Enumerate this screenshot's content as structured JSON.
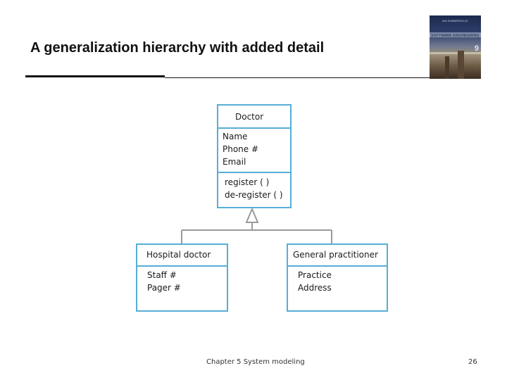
{
  "slide": {
    "title": "A generalization hierarchy with added detail",
    "footer": "Chapter 5 System modeling",
    "page_number": "26"
  },
  "book_cover": {
    "title_text": "SOFTWARE ENGINEERING",
    "edition": "9",
    "author": "IAN SOMMERVILLE"
  },
  "diagram": {
    "superclass": {
      "name": "Doctor",
      "attributes": [
        "Name",
        "Phone #",
        "Email"
      ],
      "operations": [
        "register ( )",
        "de-register ( )"
      ]
    },
    "subclasses": [
      {
        "name": "Hospital doctor",
        "attributes": [
          "Staff #",
          "Pager #"
        ]
      },
      {
        "name": "General practitioner",
        "attributes": [
          "Practice",
          "Address"
        ]
      }
    ]
  },
  "colors": {
    "box_border": "#56aed8",
    "connector": "#9a9a9a",
    "title_text": "#111111"
  }
}
